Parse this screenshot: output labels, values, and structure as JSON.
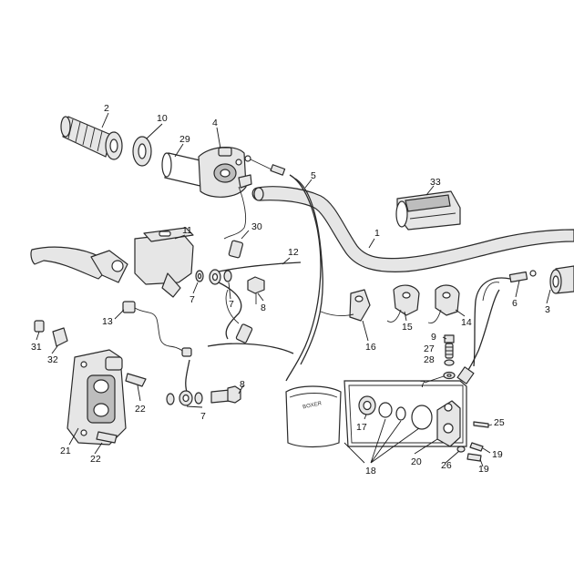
{
  "callouts": [
    "1",
    "2",
    "3",
    "4",
    "5",
    "6",
    "7",
    "7",
    "7",
    "7",
    "8",
    "8",
    "9",
    "10",
    "11",
    "12",
    "13",
    "14",
    "15",
    "16",
    "17",
    "18",
    "19",
    "19",
    "20",
    "21",
    "22",
    "22",
    "25",
    "26",
    "27",
    "28",
    "29",
    "30",
    "31",
    "32",
    "33"
  ],
  "pad_brand": "BOXER"
}
